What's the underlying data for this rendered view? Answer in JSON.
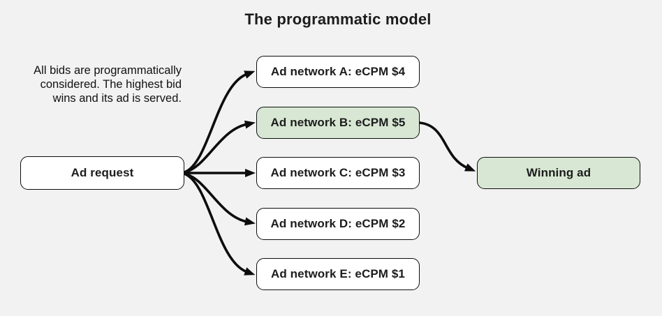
{
  "title": "The programmatic model",
  "annotation": {
    "lines": [
      "All bids are programmatically",
      "considered. The highest bid",
      "wins and its ad is served."
    ]
  },
  "nodes": {
    "ad_request": {
      "label": "Ad request"
    },
    "networks": [
      {
        "id": "A",
        "label": "Ad network A: eCPM $4",
        "ecpm": 4,
        "highlighted": false
      },
      {
        "id": "B",
        "label": "Ad network B: eCPM $5",
        "ecpm": 5,
        "highlighted": true
      },
      {
        "id": "C",
        "label": "Ad network C: eCPM $3",
        "ecpm": 3,
        "highlighted": false
      },
      {
        "id": "D",
        "label": "Ad network D: eCPM $2",
        "ecpm": 2,
        "highlighted": false
      },
      {
        "id": "E",
        "label": "Ad network E: eCPM $1",
        "ecpm": 1,
        "highlighted": false
      }
    ],
    "winning_ad": {
      "label": "Winning ad"
    }
  },
  "colors": {
    "background": "#f2f2f2",
    "node_fill": "#ffffff",
    "highlight_fill": "#d8e7d3",
    "stroke": "#0d0d0d",
    "text": "#1c1c1c"
  }
}
